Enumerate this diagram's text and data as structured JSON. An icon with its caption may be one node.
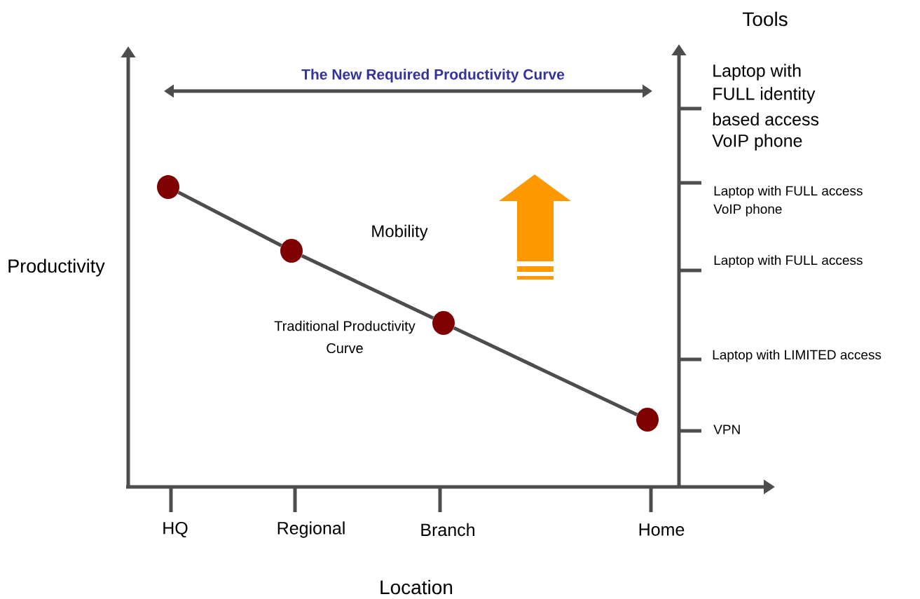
{
  "diagram": {
    "nodes": [
      {
        "text": [],
        "shape": "circle"
      },
      {
        "text": [],
        "shape": "circle"
      },
      {
        "text": [],
        "shape": "circle"
      },
      {
        "text": [],
        "shape": "circle"
      }
    ],
    "edges": [
      {
        "from": 0,
        "to": 1,
        "arrow": "none"
      },
      {
        "from": 1,
        "to": 2,
        "arrow": "none"
      },
      {
        "from": 2,
        "to": 3,
        "arrow": "none"
      }
    ],
    "labels": [
      "Tools",
      "The New Required Productivity Curve",
      "Laptop with",
      "FULL identity",
      "based access",
      "VoIP phone",
      "Laptop with FULL access",
      "VoIP phone",
      "Laptop with FULL access",
      "Laptop with LIMITED access",
      "VPN",
      "Mobility",
      "Productivity",
      "Traditional Productivity",
      "Curve",
      "HQ",
      "Regional",
      "Branch",
      "Home",
      "Location"
    ]
  }
}
